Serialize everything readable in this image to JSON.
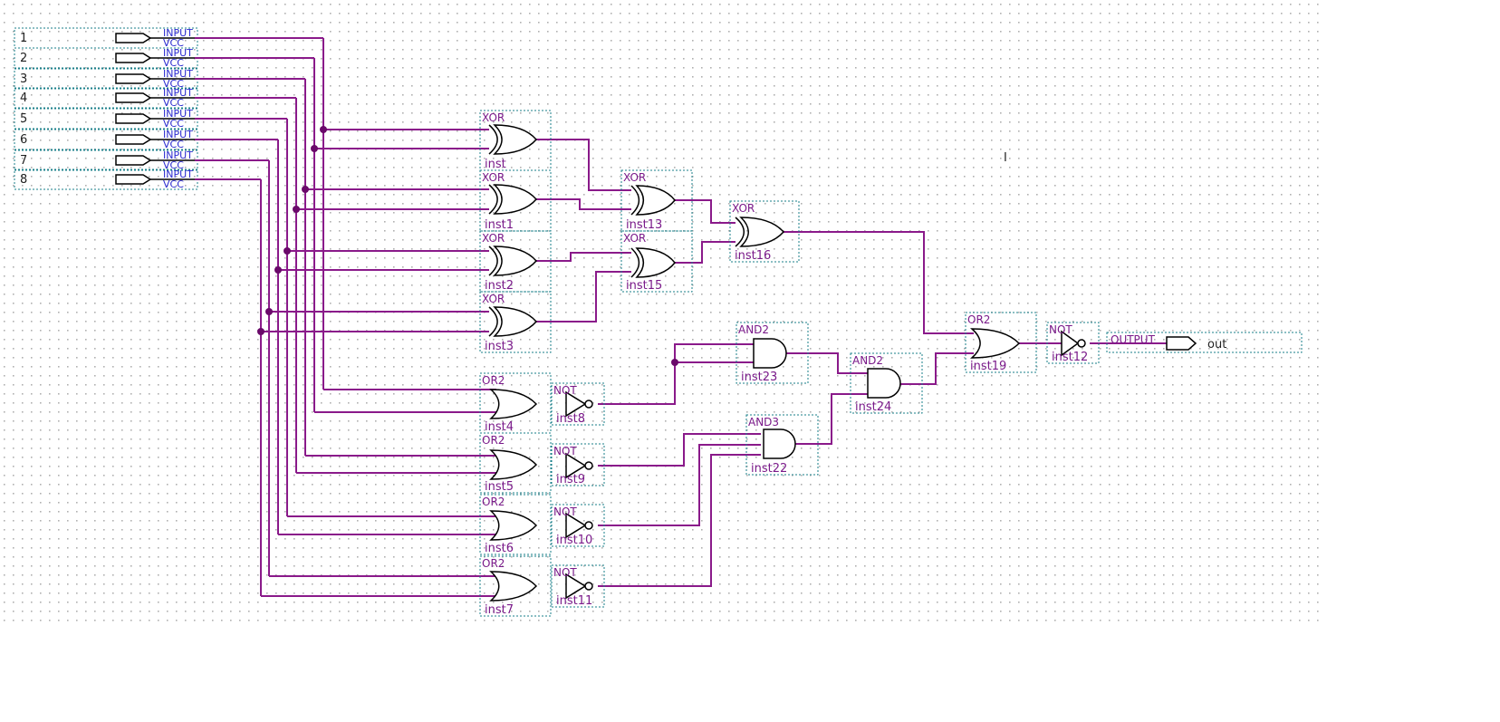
{
  "colors": {
    "wire": "#8a1a8a",
    "box": "#1a7f8a",
    "dot": "#b0b0b0"
  },
  "inputs": [
    {
      "name": "1",
      "type": "INPUT",
      "pwr": "VCC"
    },
    {
      "name": "2",
      "type": "INPUT",
      "pwr": "VCC"
    },
    {
      "name": "3",
      "type": "INPUT",
      "pwr": "VCC"
    },
    {
      "name": "4",
      "type": "INPUT",
      "pwr": "VCC"
    },
    {
      "name": "5",
      "type": "INPUT",
      "pwr": "VCC"
    },
    {
      "name": "6",
      "type": "INPUT",
      "pwr": "VCC"
    },
    {
      "name": "7",
      "type": "INPUT",
      "pwr": "VCC"
    },
    {
      "name": "8",
      "type": "INPUT",
      "pwr": "VCC"
    }
  ],
  "gates": {
    "inst": {
      "type": "XOR",
      "inst": "inst"
    },
    "inst1": {
      "type": "XOR",
      "inst": "inst1"
    },
    "inst2": {
      "type": "XOR",
      "inst": "inst2"
    },
    "inst3": {
      "type": "XOR",
      "inst": "inst3"
    },
    "inst13": {
      "type": "XOR",
      "inst": "inst13"
    },
    "inst15": {
      "type": "XOR",
      "inst": "inst15"
    },
    "inst16": {
      "type": "XOR",
      "inst": "inst16"
    },
    "inst4": {
      "type": "OR2",
      "inst": "inst4"
    },
    "inst5": {
      "type": "OR2",
      "inst": "inst5"
    },
    "inst6": {
      "type": "OR2",
      "inst": "inst6"
    },
    "inst7": {
      "type": "OR2",
      "inst": "inst7"
    },
    "inst8": {
      "type": "NOT",
      "inst": "inst8"
    },
    "inst9": {
      "type": "NOT",
      "inst": "inst9"
    },
    "inst10": {
      "type": "NOT",
      "inst": "inst10"
    },
    "inst11": {
      "type": "NOT",
      "inst": "inst11"
    },
    "inst23": {
      "type": "AND2",
      "inst": "inst23"
    },
    "inst22": {
      "type": "AND3",
      "inst": "inst22"
    },
    "inst24": {
      "type": "AND2",
      "inst": "inst24"
    },
    "inst19": {
      "type": "OR2",
      "inst": "inst19"
    },
    "inst12": {
      "type": "NOT",
      "inst": "inst12"
    }
  },
  "output": {
    "type": "OUTPUT",
    "name": "out"
  },
  "cursor_mark": "I"
}
